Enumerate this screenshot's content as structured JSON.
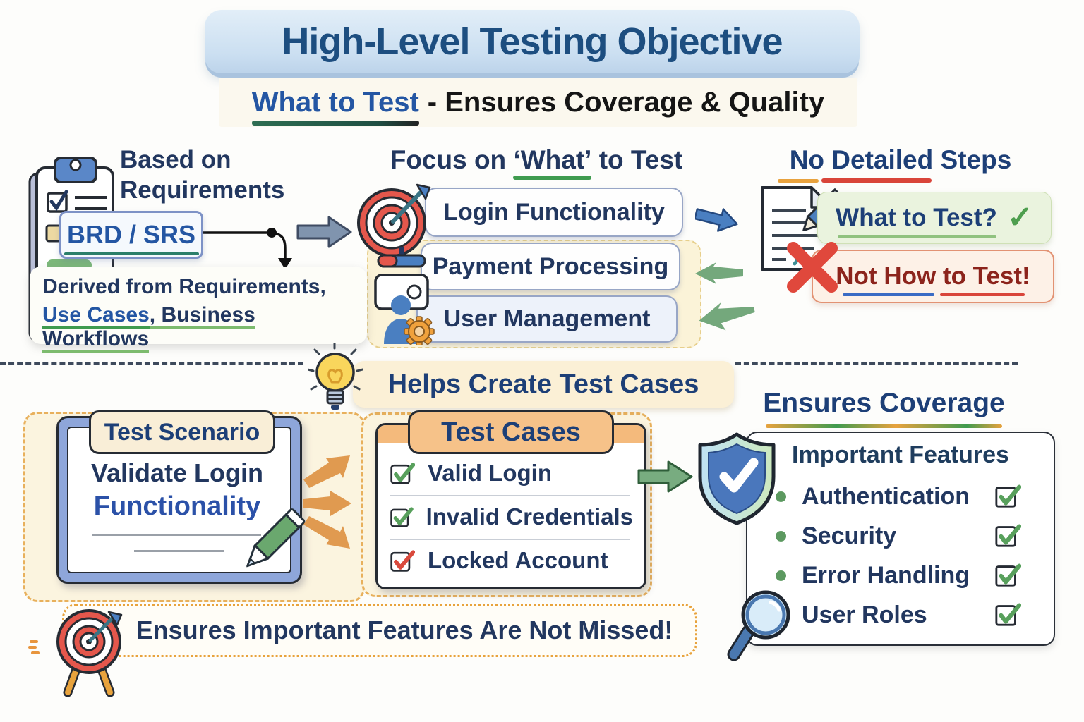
{
  "title": "High-Level Testing Objective",
  "subtitle": {
    "highlight": "What to Test",
    "rest": "- Ensures Coverage & Quality"
  },
  "requirements": {
    "heading": "Based on Requirements",
    "badge": "BRD / SRS",
    "derived_line1": "Derived from Requirements,",
    "derived_use_cases": "Use Cases",
    "derived_rest": ", Business Workflows"
  },
  "focus": {
    "heading_pre": "Focus on ",
    "heading_highlight": "‘What’",
    "heading_post": " to Test",
    "items": [
      "Login Functionality",
      "Payment Processing",
      "User Management"
    ]
  },
  "no_steps": {
    "heading": "No Detailed Steps",
    "yes_label": "What to Test?",
    "no_label": "Not How to Test!"
  },
  "helps": {
    "label": "Helps Create Test Cases"
  },
  "scenario": {
    "badge": "Test Scenario",
    "line1": "Validate Login",
    "line2": "Functionality"
  },
  "test_cases": {
    "badge": "Test Cases",
    "items": [
      {
        "label": "Valid Login",
        "check_color": "green"
      },
      {
        "label": "Invalid Credentials",
        "check_color": "green"
      },
      {
        "label": "Locked Account",
        "check_color": "red"
      }
    ]
  },
  "coverage": {
    "heading": "Ensures Coverage",
    "card_heading": "Important Features",
    "items": [
      {
        "label": "Authentication",
        "checked": true
      },
      {
        "label": "Security",
        "checked": true
      },
      {
        "label": "Error Handling",
        "checked": true
      },
      {
        "label": "User Roles",
        "checked": true
      }
    ]
  },
  "footer": {
    "label": "Ensures Important Features Are Not Missed!"
  },
  "glyphs": {
    "check": "✓"
  },
  "palette": {
    "navy": "#1e3a66",
    "blue": "#2b56a7",
    "title_banner_blue": "#cfe1f2",
    "cream": "#fbf3d8",
    "orange": "#e8a23d",
    "green": "#4e9e52",
    "red": "#d9453a"
  }
}
